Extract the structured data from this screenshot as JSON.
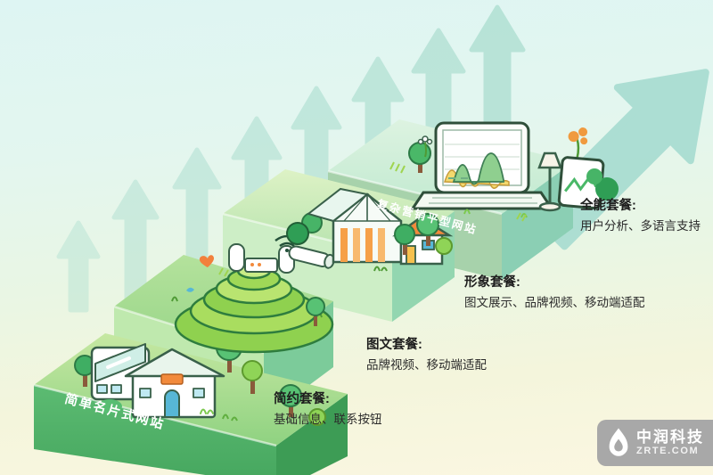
{
  "background": {
    "top_color": "#def5f3",
    "bottom_color": "#fbf7e1"
  },
  "arrows": {
    "small_arrow_color": "#a7dccd",
    "big_arrow_color": "#a8dcd1",
    "small_count": 8
  },
  "steps": [
    {
      "face_label": "简单名片式网站",
      "package_title": "简约套餐:",
      "package_desc": "基础信息、联系按钮",
      "illustration": "house-with-trees",
      "front_color": "#4fb269"
    },
    {
      "package_title": "图文套餐:",
      "package_desc": "品牌视频、移动端适配",
      "illustration": "terraced-hill-with-devices",
      "front_color": "#bfe9ae"
    },
    {
      "package_title": "形象套餐:",
      "package_desc": "图文展示、品牌视频、移动端适配",
      "illustration": "greenhouse-buildings",
      "front_color": "#cdeec6"
    },
    {
      "face_label": "复杂营销平型网站",
      "package_title": "全能套餐:",
      "package_desc": "用户分析、多语言支持",
      "illustration": "laptop-workspace",
      "front_color": "#a7d2ab"
    }
  ],
  "logo": {
    "company": "中润科技",
    "website": "ZRTE.COM",
    "icon": "flame-drop-icon",
    "bg_color": "#a8a8a8"
  },
  "palette": {
    "step_green": "#4fb269",
    "mint": "#bfe9ae",
    "teal": "#a8dcd1",
    "label_white": "#ffffff",
    "text_dark": "#1e1e1e"
  }
}
